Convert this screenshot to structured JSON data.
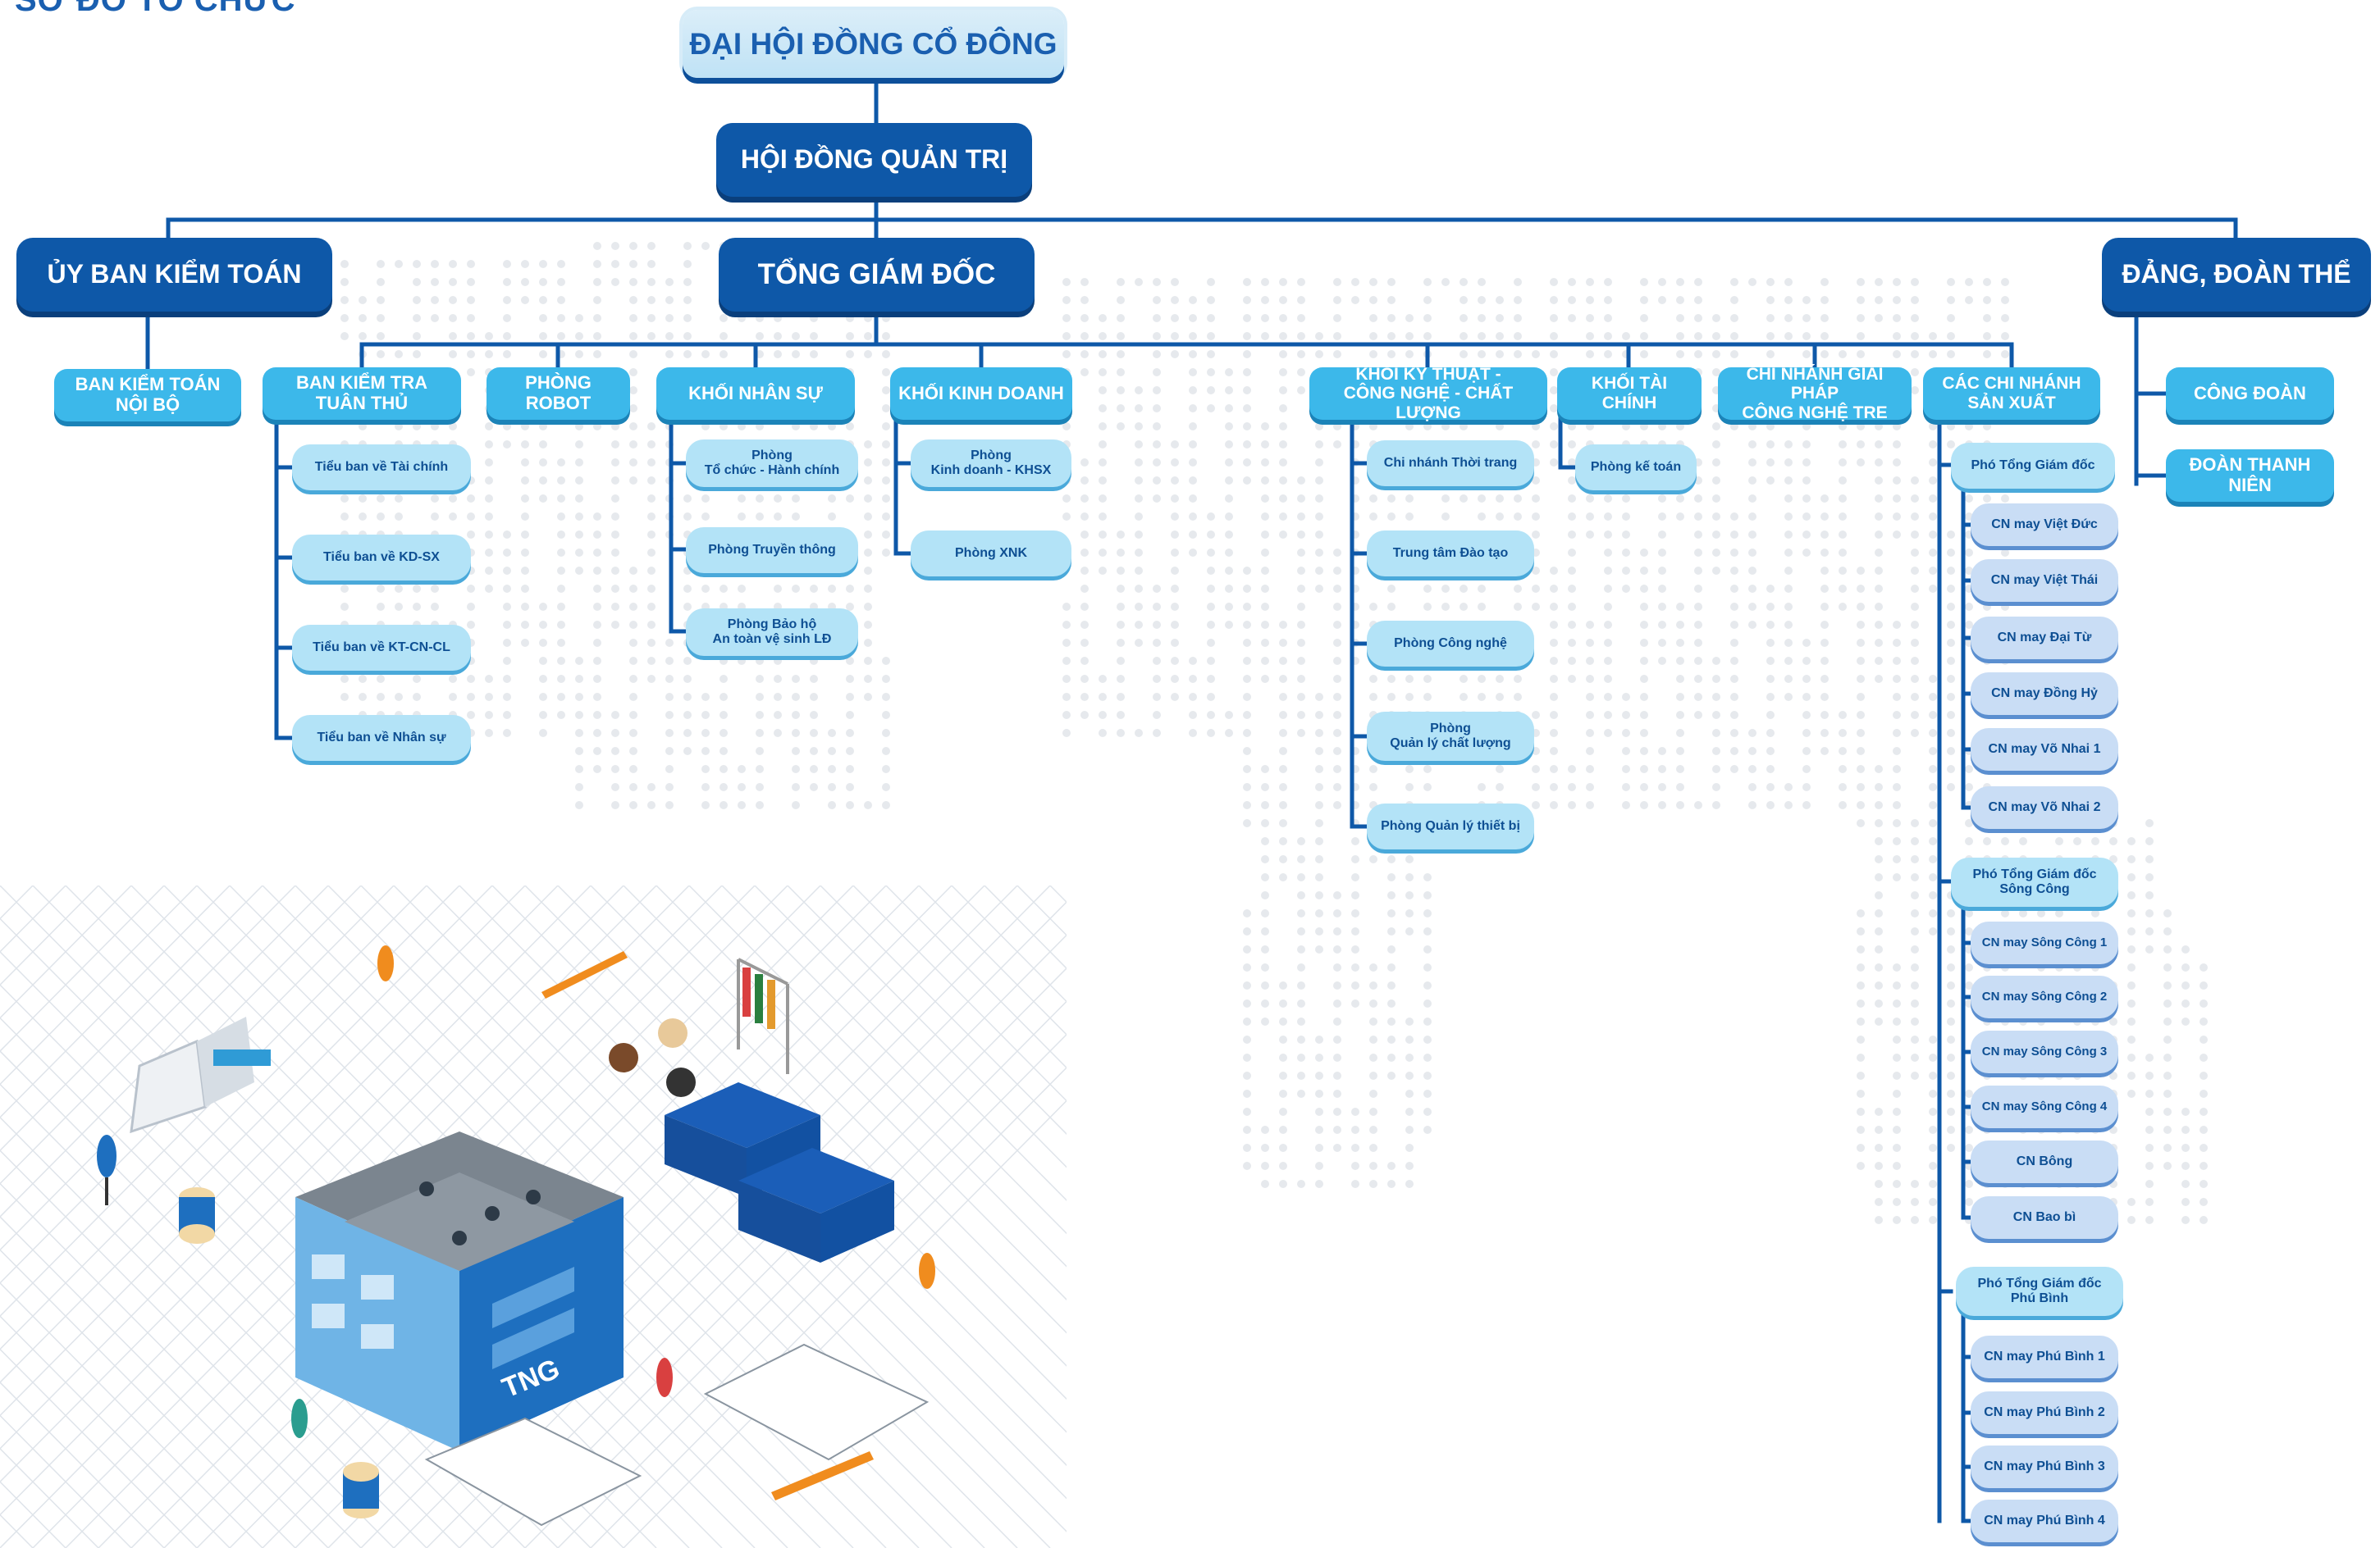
{
  "page_title": "SƠ ĐỒ TỔ CHỨC",
  "colors": {
    "primary": "#0e58a8",
    "secondary": "#3cb8ea",
    "light": "#b3e3f7",
    "lavender": "#c9ddf5",
    "line": "#0e58a8"
  },
  "nodes": {
    "dhdcd": "ĐẠI HỘI ĐỒNG CỔ ĐÔNG",
    "hdqt": "HỘI ĐỒNG QUẢN TRỊ",
    "ubkt": "ỦY BAN KIỂM TOÁN",
    "tgd": "TỔNG GIÁM ĐỐC",
    "dang": "ĐẢNG, ĐOÀN THỂ",
    "bkt_nb": "BAN KIỂM TOÁN\nNỘI BỘ",
    "bkt_tt": "BAN KIỂM TRA\nTUÂN THỦ",
    "robot": "PHÒNG ROBOT",
    "khoi_ns": "KHỐI NHÂN SỰ",
    "khoi_kd": "KHỐI KINH DOANH",
    "khoi_kt": "KHỐI KỸ THUẬT -\nCÔNG NGHỆ - CHẤT LƯỢNG",
    "khoi_tc": "KHỐI TÀI CHÍNH",
    "cn_tre": "CHI NHÁNH GIẢI PHÁP\nCÔNG NGHỆ TRE",
    "cn_sx": "CÁC CHI NHÁNH\nSẢN XUẤT",
    "cong_doan": "CÔNG ĐOÀN",
    "doan_tn": "ĐOÀN THANH NIÊN",
    "tb_tc": "Tiểu ban về Tài chính",
    "tb_kdsx": "Tiểu ban về KD-SX",
    "tb_ktcncl": "Tiểu ban về KT-CN-CL",
    "tb_ns": "Tiểu ban về Nhân sự",
    "p_tchc": "Phòng\nTổ chức - Hành chính",
    "p_tt": "Phòng Truyền thông",
    "p_bh": "Phòng Bảo hộ\nAn toàn vệ sinh LĐ",
    "p_kdkhsx": "Phòng\nKinh doanh - KHSX",
    "p_xnk": "Phòng XNK",
    "cn_tt": "Chi nhánh Thời trang",
    "tt_dt": "Trung tâm Đào tạo",
    "p_cn": "Phòng Công nghệ",
    "p_qlcl": "Phòng\nQuản lý chất lượng",
    "p_qltb": "Phòng Quản lý thiết bị",
    "p_kt": "Phòng kế toán",
    "ptgd1": "Phó Tổng Giám đốc",
    "cn_vd": "CN may Việt Đức",
    "cn_vt": "CN may Việt Thái",
    "cn_dt": "CN may Đại Từ",
    "cn_dh": "CN may Đồng Hỷ",
    "cn_vn1": "CN may Võ Nhai 1",
    "cn_vn2": "CN may Võ Nhai 2",
    "ptgd2": "Phó Tổng Giám đốc\nSông Công",
    "cn_sc1": "CN may Sông Công 1",
    "cn_sc2": "CN may Sông Công 2",
    "cn_sc3": "CN may Sông Công 3",
    "cn_sc4": "CN may Sông Công 4",
    "cn_bong": "CN Bông",
    "cn_baobi": "CN Bao bì",
    "ptgd3": "Phó Tổng Giám đốc\nPhú Bình",
    "cn_pb1": "CN may Phú Bình  1",
    "cn_pb2": "CN may Phú Bình  2",
    "cn_pb3": "CN may Phú Bình  3",
    "cn_pb4": "CN may Phú Bình  4"
  },
  "illustration": {
    "building_sign": "TNG"
  }
}
